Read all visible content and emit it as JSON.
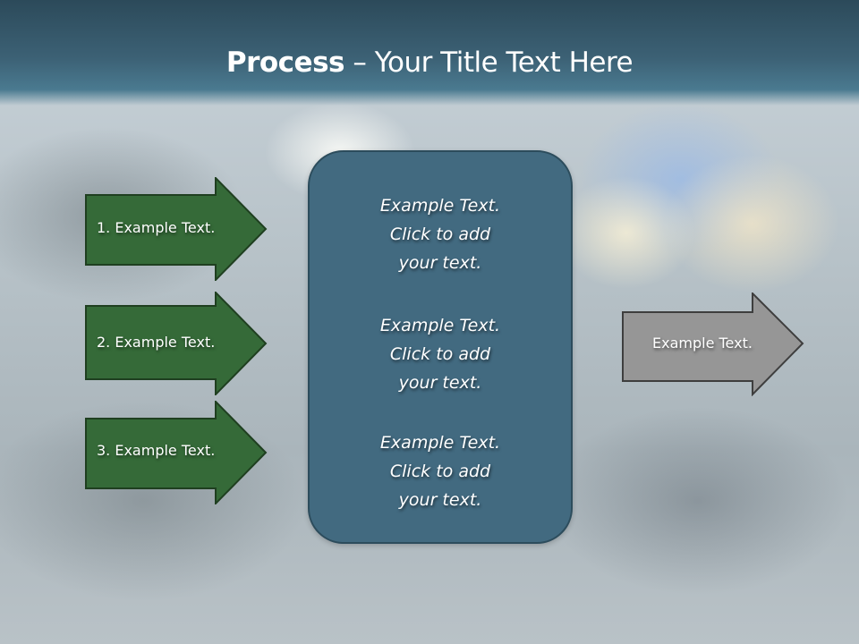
{
  "slide": {
    "title_bold": "Process",
    "title_rest": " – Your Title Text Here"
  },
  "left_arrows": [
    {
      "label": "1. Example Text."
    },
    {
      "label": "2. Example Text."
    },
    {
      "label": "3. Example Text."
    }
  ],
  "center_box": {
    "blocks": [
      {
        "line1": "Example Text.",
        "line2": "Click  to add",
        "line3": "your text."
      },
      {
        "line1": "Example Text.",
        "line2": "Click  to add",
        "line3": "your text."
      },
      {
        "line1": "Example Text.",
        "line2": "Click  to add",
        "line3": "your text."
      }
    ]
  },
  "output_arrow": {
    "label": "Example Text."
  },
  "colors": {
    "header": "#3c6175",
    "green_arrow": "#356a38",
    "green_border": "#1f3f20",
    "center_box": "#426a80",
    "gray_arrow": "#969696"
  }
}
